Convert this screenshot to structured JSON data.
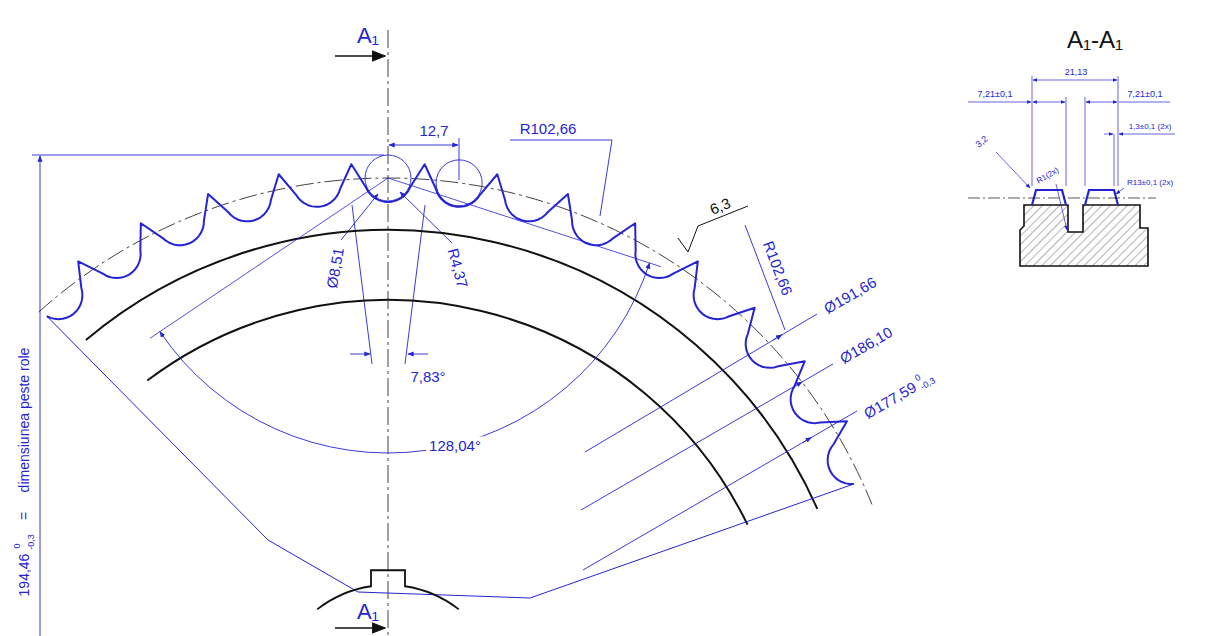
{
  "diagram": {
    "labels": [
      "A₁",
      "12,7",
      "R102,66",
      "A₁-A₁",
      "21,13",
      "7,21±0,1",
      "7,21±0,1",
      "1,3±0,1 (2x)",
      "3,2",
      "R1(2x)",
      "R13±0,1 (2x)",
      "Ø8,51",
      "R4,37",
      "6,3",
      "R102,66",
      "Ø191,66",
      "Ø186,10",
      "7,83°",
      "Ø177,59",
      "0",
      "-0,3",
      "128,04°",
      "194,46",
      "0",
      "-0,3",
      "=",
      "dimensiunea peste role",
      "A₁"
    ]
  }
}
